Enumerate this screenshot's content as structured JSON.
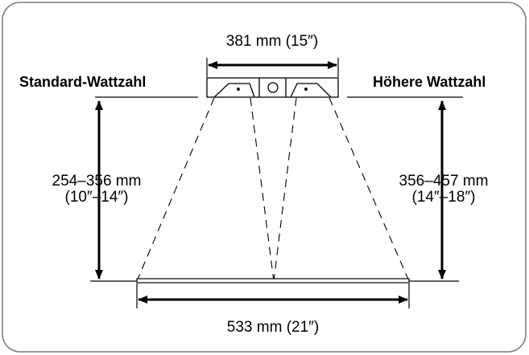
{
  "labels": {
    "top_width": "381 mm (15″)",
    "left_heading": "Standard-Wattzahl",
    "right_heading": "Höhere Wattzahl",
    "left_range_mm": "254–356 mm",
    "left_range_in": "(10″–14″)",
    "right_range_mm": "356–457 mm",
    "right_range_in": "(14″–18″)",
    "bottom_width": "533 mm (21″)"
  },
  "colors": {
    "frame": "#7a7a7a",
    "ink": "#000000",
    "background": "#ffffff"
  }
}
